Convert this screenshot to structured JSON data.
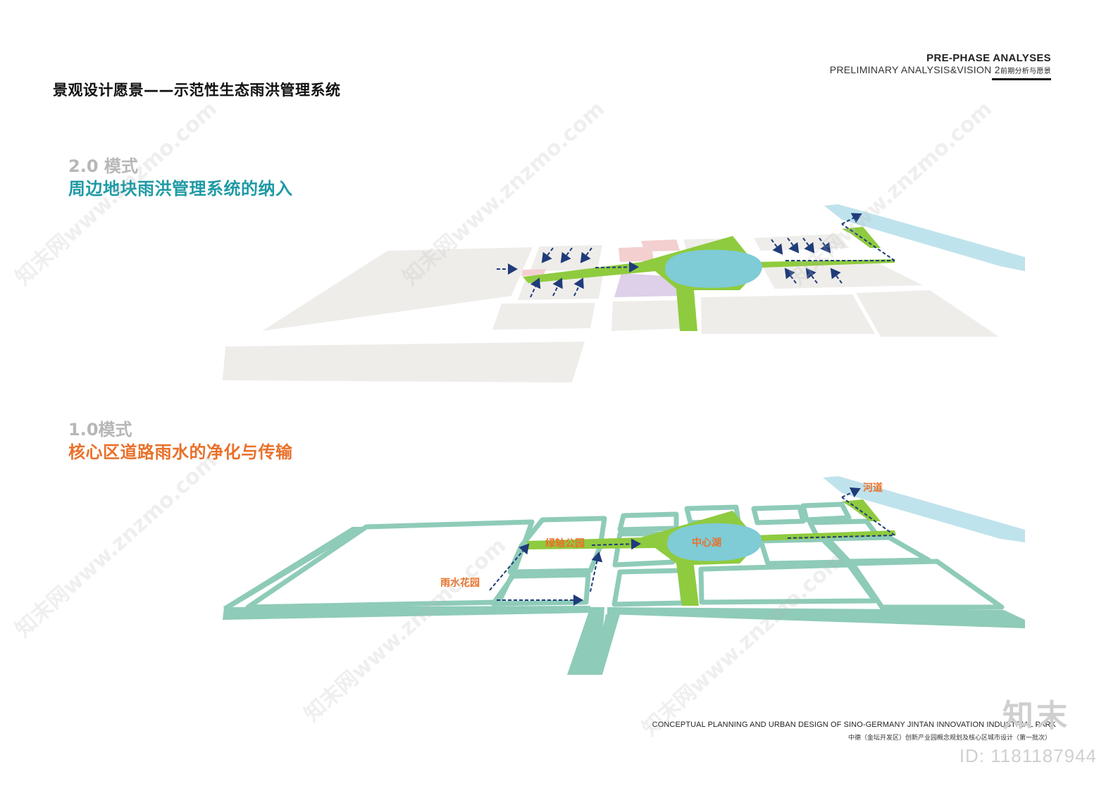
{
  "header": {
    "page_title": "景观设计愿景——示范性生态雨洪管理系统",
    "section_en_1": "PRE-PHASE ANALYSES",
    "section_en_2": "PRELIMINARY ANALYSIS&VISION",
    "section_num": "2",
    "section_cn": "前期分析与愿景"
  },
  "mode2": {
    "number": "2.0 模式",
    "title": "周边地块雨洪管理系统的纳入"
  },
  "mode1": {
    "number": "1.0模式",
    "title": "核心区道路雨水的净化与传输"
  },
  "diagram_labels": {
    "river": "河道",
    "green_axis_park": "绿轴公园",
    "central_lake": "中心湖",
    "rain_garden": "雨水花园"
  },
  "footer": {
    "en": "CONCEPTUAL PLANNING AND URBAN DESIGN OF SINO-GERMANY JINTAN INNOVATION INDUSTRIAL PARK",
    "cn": "中德（金坛开发区）创新产业园概念规划及核心区城市设计（第一批次）"
  },
  "watermark": {
    "logo": "知末",
    "id": "ID: 1181187944",
    "text": "知末网www.znzmo.com"
  },
  "colors": {
    "block": "#efedea",
    "road": "#8ecbb8",
    "green": "#8fcb3f",
    "lake": "#7fcbd6",
    "river": "#bfe3ec",
    "arrow": "#1f3b7a",
    "pink": "#f3cfd0",
    "purple": "#ddd0e8"
  }
}
